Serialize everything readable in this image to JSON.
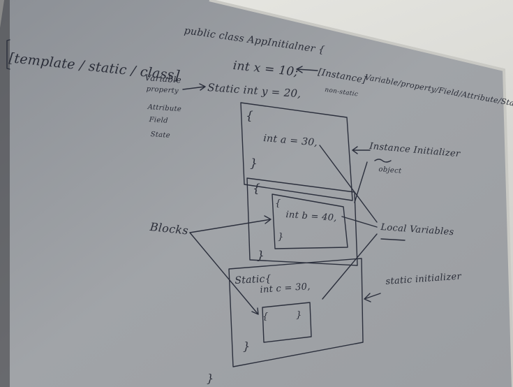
{
  "board": {
    "class_decl": "public class AppInitialner {",
    "instance_var": "int x = 10;",
    "instance_label": "[Instance]",
    "variable_terms": "Variable/property/Field/Attribute/State",
    "non_static_note": "non-static",
    "left_bracket": "[template / static / class]",
    "left_terms": [
      "Variable",
      "property",
      "Attribute",
      "Field",
      "State"
    ],
    "static_var": "Static int y = 20,",
    "block1_open": "{",
    "block1_stmt": "int a = 30,",
    "block1_close": "}",
    "instance_init_label": "Instance Initializer",
    "object_note": "object",
    "block2_open": "{",
    "block2_inner_open": "{",
    "block2_stmt": "int b = 40,",
    "block2_inner_close": "}",
    "block2_close": "}",
    "blocks_label": "Blocks",
    "local_vars_label": "Local Variables",
    "static_open": "Static{",
    "static_stmt": "int c = 30,",
    "static_inner_open": "{",
    "static_inner_close": "}",
    "static_close": "}",
    "static_init_label": "static initializer",
    "class_close": "}"
  }
}
